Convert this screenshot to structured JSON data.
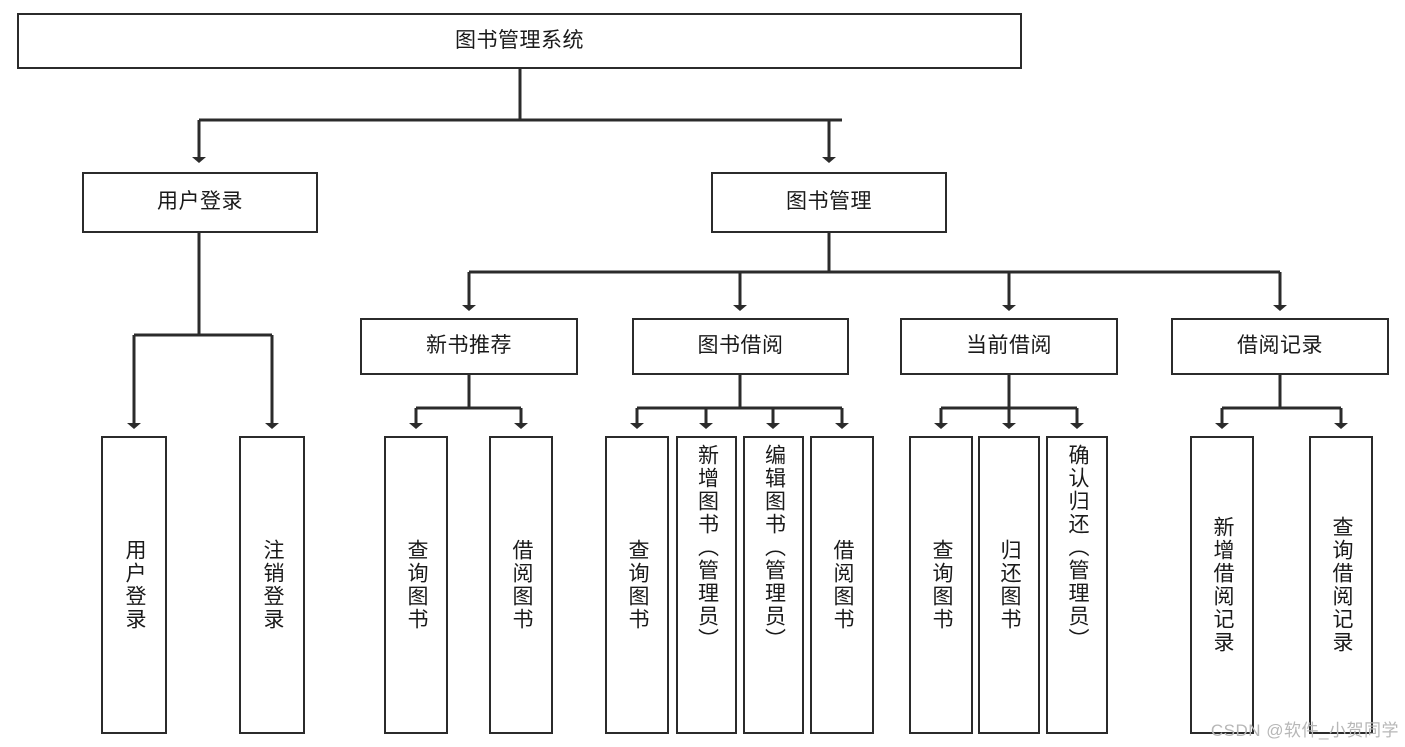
{
  "diagram": {
    "type": "tree-hierarchy",
    "title": "图书管理系统",
    "root": {
      "label": "图书管理系统"
    },
    "level2": [
      {
        "label": "用户登录"
      },
      {
        "label": "图书管理"
      }
    ],
    "level3": [
      {
        "label": "新书推荐"
      },
      {
        "label": "图书借阅"
      },
      {
        "label": "当前借阅"
      },
      {
        "label": "借阅记录"
      }
    ],
    "leaves_user_login": [
      {
        "label": "用户登录"
      },
      {
        "label": "注销登录"
      }
    ],
    "leaves_new_books": [
      {
        "label": "查询图书"
      },
      {
        "label": "借阅图书"
      }
    ],
    "leaves_borrow": [
      {
        "label": "查询图书"
      },
      {
        "label": "新增图书（管理员）"
      },
      {
        "label": "编辑图书（管理员）"
      },
      {
        "label": "借阅图书"
      }
    ],
    "leaves_current": [
      {
        "label": "查询图书"
      },
      {
        "label": "归还图书"
      },
      {
        "label": "确认归还（管理员）"
      }
    ],
    "leaves_records": [
      {
        "label": "新增借阅记录"
      },
      {
        "label": "查询借阅记录"
      }
    ]
  },
  "watermark": {
    "text": "CSDN @软件_小贺同学"
  },
  "colors": {
    "stroke": "#2b2b2b",
    "fill": "#ffffff",
    "text": "#1a1a1a",
    "watermark": "#b7b7b7"
  }
}
